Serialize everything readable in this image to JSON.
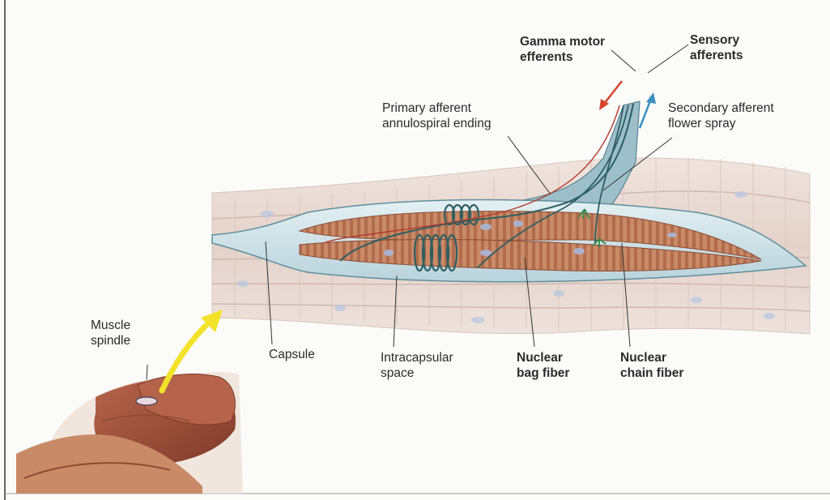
{
  "labels": {
    "gamma_motor": [
      "Gamma motor",
      "efferents"
    ],
    "sensory": [
      "Sensory",
      "afferents"
    ],
    "primary_afferent": [
      "Primary afferent",
      "annulospiral ending"
    ],
    "secondary_afferent": [
      "Secondary afferent",
      "flower spray"
    ],
    "muscle_spindle": [
      "Muscle",
      "spindle"
    ],
    "capsule": [
      "Capsule"
    ],
    "intracapsular": [
      "Intracapsular",
      "space"
    ],
    "nuclear_bag": [
      "Nuclear",
      "bag fiber"
    ],
    "nuclear_chain": [
      "Nuclear",
      "chain fiber"
    ]
  },
  "colors": {
    "muscle_fiber": "#e6d6cf",
    "capsule": "#cfe3ea",
    "intrafusal_fiber": "#c98a67",
    "nerve": "#2e5f63",
    "gamma_arrow": "#d9432f",
    "sensory_arrow": "#3b8fc2",
    "pointer_arrow": "#f2e22a",
    "arm_muscle": "#a9553f"
  },
  "icons": [
    "gamma-motor-arrow-icon",
    "sensory-arrow-icon",
    "yellow-pointer-arrow-icon"
  ]
}
